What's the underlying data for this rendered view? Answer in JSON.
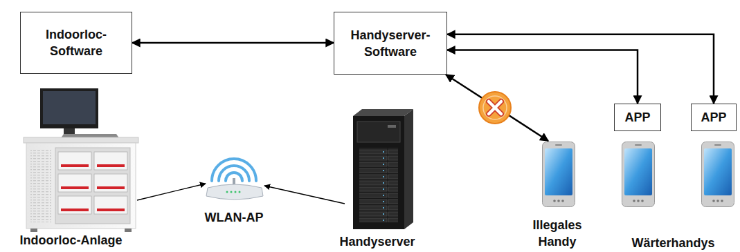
{
  "diagram": {
    "nodes": [
      {
        "text": [
          "Indoorloc-Software"
        ]
      },
      {
        "text": [
          "Handyserver-Software"
        ]
      },
      {
        "text": [
          "APP"
        ]
      },
      {
        "text": [
          "APP"
        ]
      },
      {
        "text": [
          "Indoorloc-Anlage"
        ]
      },
      {
        "text": [
          "WLAN-AP"
        ]
      },
      {
        "text": [
          "Handyserver"
        ]
      },
      {
        "text": [
          "Illegales Handy"
        ]
      },
      {
        "text": [
          "Wärterhandys"
        ]
      }
    ],
    "edges": [
      {
        "from": 0,
        "to": 1,
        "arrow": "both"
      },
      {
        "from": 1,
        "to": 2,
        "arrow": "both"
      },
      {
        "from": 1,
        "to": 3,
        "arrow": "both"
      },
      {
        "from": 1,
        "to": 7,
        "arrow": "both"
      },
      {
        "from": 4,
        "to": 5,
        "arrow": "to"
      },
      {
        "from": 6,
        "to": 5,
        "arrow": "to"
      }
    ]
  }
}
